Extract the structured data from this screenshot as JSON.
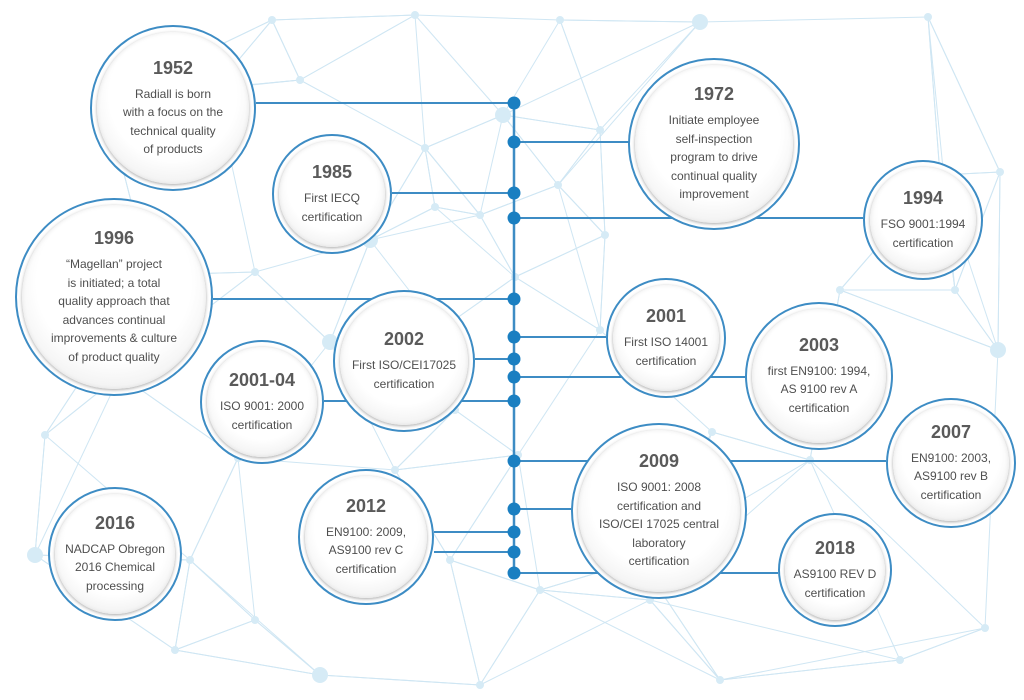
{
  "events": [
    {
      "id": "e1952",
      "year": "1952",
      "lines": [
        "Radiall is born",
        "with a focus on the",
        "technical quality",
        "of products"
      ]
    },
    {
      "id": "e1972",
      "year": "1972",
      "lines": [
        "Initiate employee",
        "self-inspection",
        "program to drive",
        "continual quality",
        "improvement"
      ]
    },
    {
      "id": "e1985",
      "year": "1985",
      "lines": [
        "First IECQ",
        "certification"
      ]
    },
    {
      "id": "e1994",
      "year": "1994",
      "lines": [
        "FSO 9001:1994",
        "certification"
      ]
    },
    {
      "id": "e1996",
      "year": "1996",
      "lines": [
        "“Magellan” project",
        "is initiated; a total",
        "quality approach that",
        "advances continual",
        "improvements & culture",
        "of product quality"
      ]
    },
    {
      "id": "e2001",
      "year": "2001",
      "lines": [
        "First ISO 14001",
        "certification"
      ]
    },
    {
      "id": "e2002",
      "year": "2002",
      "lines": [
        "First ISO/CEI17025",
        "certification"
      ]
    },
    {
      "id": "e2003",
      "year": "2003",
      "lines": [
        "first EN9100: 1994,",
        "AS 9100 rev A",
        "certification"
      ]
    },
    {
      "id": "e2001-04",
      "year": "2001-04",
      "lines": [
        "ISO 9001: 2000",
        "certification"
      ]
    },
    {
      "id": "e2007",
      "year": "2007",
      "lines": [
        "EN9100: 2003,",
        "AS9100 rev B",
        "certification"
      ]
    },
    {
      "id": "e2009",
      "year": "2009",
      "lines": [
        "ISO 9001: 2008",
        "certification and",
        "ISO/CEI 17025 central",
        "laboratory",
        "certification"
      ]
    },
    {
      "id": "e2012",
      "year": "2012",
      "lines": [
        "EN9100: 2009,",
        "AS9100 rev C",
        "certification"
      ]
    },
    {
      "id": "e2016",
      "year": "2016",
      "lines": [
        "NADCAP Obregon",
        "2016 Chemical",
        "processing"
      ]
    },
    {
      "id": "e2018",
      "year": "2018",
      "lines": [
        "AS9100 REV D",
        "certification"
      ]
    }
  ],
  "colors": {
    "accent": "#3d8cc4",
    "node": "#1a7fc1",
    "network": "#cfe6f3"
  }
}
